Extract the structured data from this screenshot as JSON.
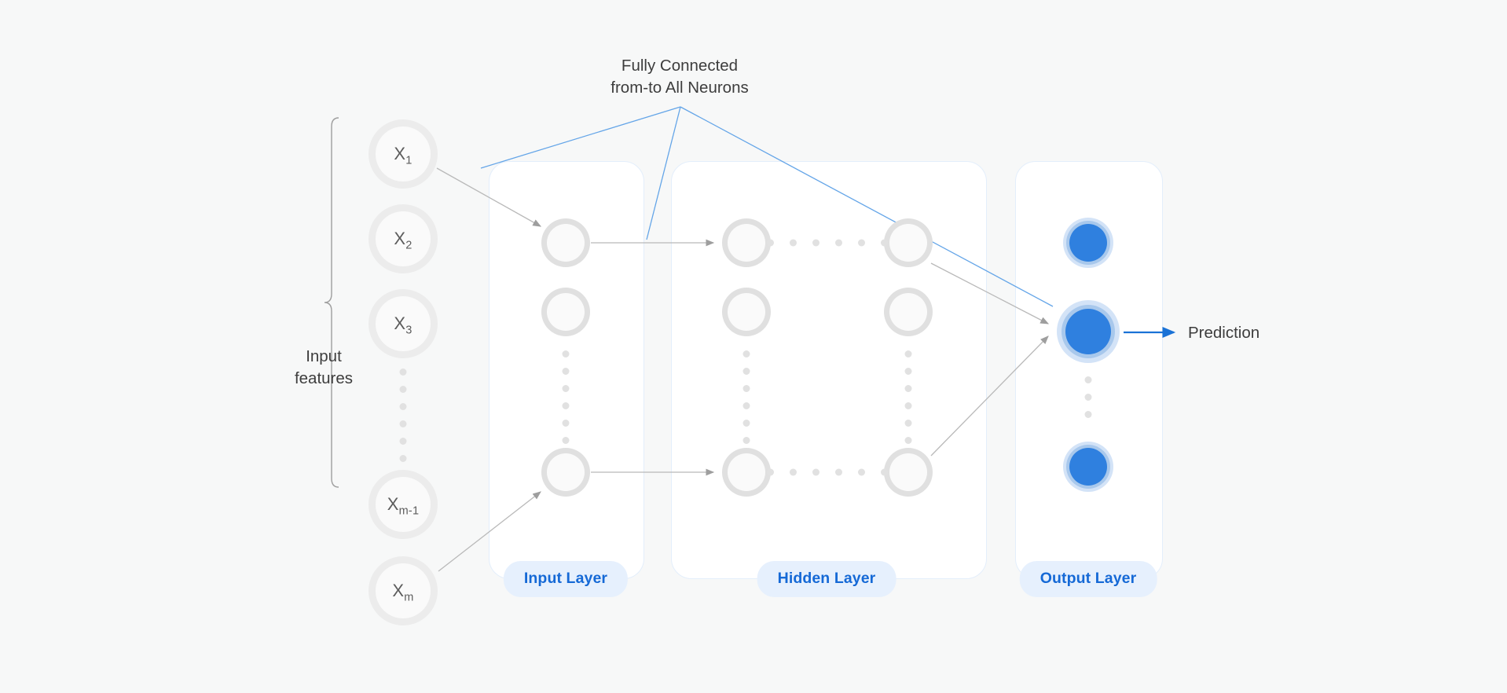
{
  "diagram": {
    "title": "Neural network architecture diagram",
    "background_color": "#f7f8f8",
    "accent_color": "#2f80df",
    "badge_bg_color": "#e6f0fd",
    "badge_text_color": "#1569d6",
    "neuron_ring_color": "#e0e0e0",
    "wire_color": "#b9b9b9",
    "leader_color": "#64a5e8"
  },
  "captions": {
    "fully_connected": "Fully Connected\nfrom-to All Neurons",
    "input_features": "Input\nfeatures",
    "prediction": "Prediction"
  },
  "input_features": {
    "nodes": [
      {
        "label": "X",
        "sub": "1"
      },
      {
        "label": "X",
        "sub": "2"
      },
      {
        "label": "X",
        "sub": "3"
      },
      {
        "label": "X",
        "sub": "m-1"
      },
      {
        "label": "X",
        "sub": "m"
      }
    ],
    "ellipsis_dot_count": 6
  },
  "layers": [
    {
      "id": "input",
      "badge_label": "Input Layer",
      "neuron_count_visible": 3,
      "vertical_ellipsis_dots": 6
    },
    {
      "id": "hidden",
      "badge_label": "Hidden Layer",
      "neuron_count_visible": 6,
      "vertical_ellipsis_dots": 6,
      "horizontal_ellipsis_dots": 6
    },
    {
      "id": "output",
      "badge_label": "Output Layer",
      "neuron_count_visible": 3,
      "vertical_ellipsis_dots": 3,
      "highlighted_neuron_index": 1
    }
  ]
}
